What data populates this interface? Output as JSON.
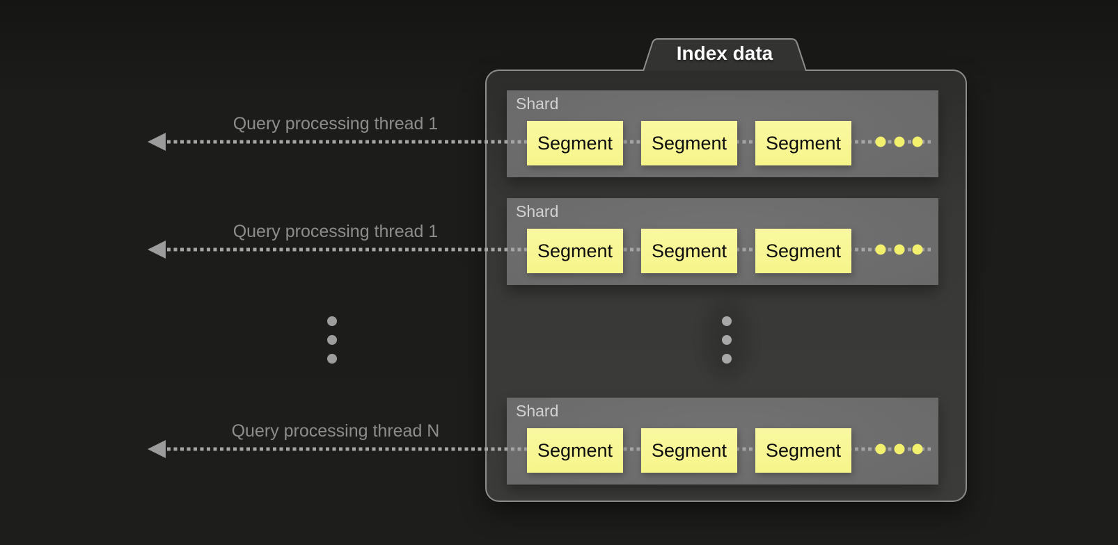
{
  "title": "Index data",
  "shards": [
    {
      "label": "Shard",
      "segments": [
        "Segment",
        "Segment",
        "Segment"
      ]
    },
    {
      "label": "Shard",
      "segments": [
        "Segment",
        "Segment",
        "Segment"
      ]
    },
    {
      "label": "Shard",
      "segments": [
        "Segment",
        "Segment",
        "Segment"
      ]
    }
  ],
  "threads": [
    {
      "label": "Query processing thread 1"
    },
    {
      "label": "Query processing thread 1"
    },
    {
      "label": "Query processing thread N"
    }
  ],
  "colors": {
    "background": "#1c1c1a",
    "panel_fill": "#383836",
    "panel_border": "#8d8d8d",
    "shard_fill": "#6b6b6b",
    "shard_label_text": "#d2d2d2",
    "segment_fill": "#f7f68f",
    "segment_text": "#0d0d0d",
    "segment_more_dots": "#f3f06e",
    "arrow_gray": "#9c9c9c",
    "thread_label_text": "#8d8d8d",
    "title_text": "#ffffff"
  }
}
